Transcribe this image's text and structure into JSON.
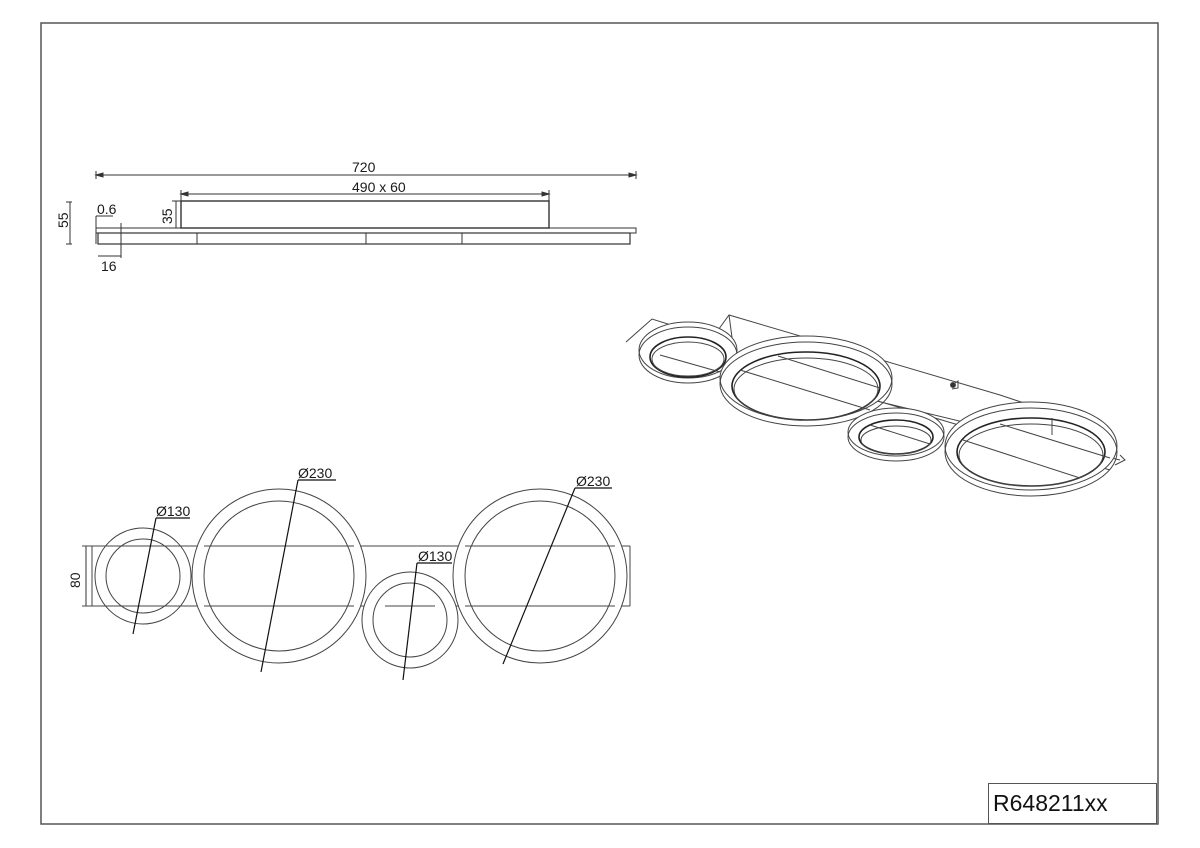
{
  "drawing": {
    "part_number": "R648211xx",
    "views": {
      "side_view": {
        "overall_length": "720",
        "canopy_size": "490 x 60",
        "total_height": "55",
        "canopy_height": "35",
        "plate_thickness": "0.6",
        "ring_depth": "16"
      },
      "front_view": {
        "rail_width": "80",
        "rings": [
          {
            "diameter": "Ø130"
          },
          {
            "diameter": "Ø230"
          },
          {
            "diameter": "Ø130"
          },
          {
            "diameter": "Ø230"
          }
        ]
      },
      "isometric_view": {
        "description": "3D perspective of ceiling lamp with four rings"
      }
    }
  },
  "colors": {
    "line": "#333333",
    "border": "#555555",
    "background": "#ffffff"
  }
}
